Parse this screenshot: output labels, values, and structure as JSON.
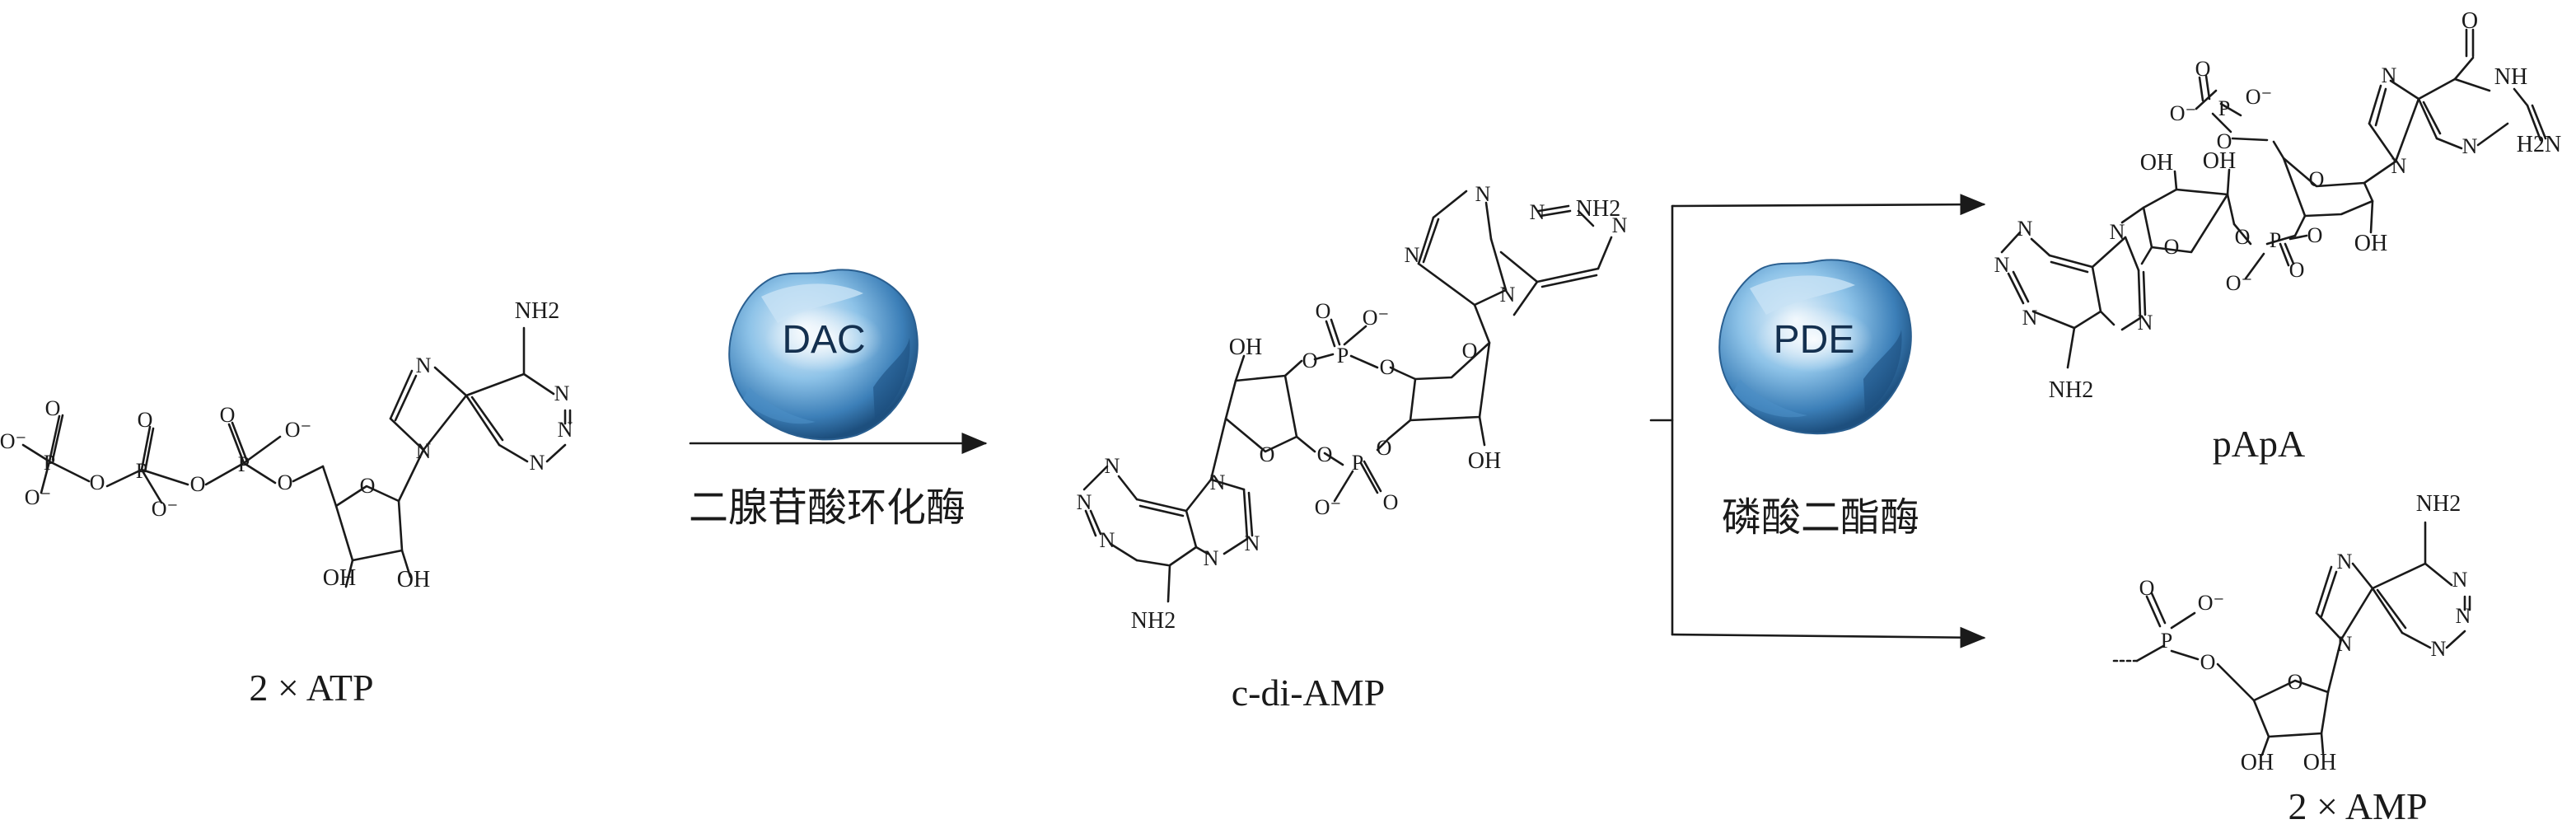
{
  "molecules": {
    "atp": {
      "name": "2 × ATP",
      "nh2": "NH2",
      "oh_left": "OH",
      "oh_right": "OH"
    },
    "cdiamp": {
      "name": "c-di-AMP",
      "nh2_top": "NH2",
      "nh2_bottom": "NH2",
      "oh_top": "OH",
      "oh_bottom": "OH"
    },
    "papa": {
      "name": "pApA",
      "o_top": "O",
      "nh": "NH",
      "h2n": "H2N",
      "nh2": "NH2",
      "oh1": "OH",
      "oh2": "OH",
      "oh3": "OH"
    },
    "amp": {
      "name": "2 × AMP",
      "nh2": "NH2",
      "oh_left": "OH",
      "oh_right": "OH"
    }
  },
  "enzymes": {
    "dac": {
      "abbr": "DAC",
      "name": "二腺苷酸环化酶"
    },
    "pde": {
      "abbr": "PDE",
      "name": "磷酸二酯酶"
    }
  },
  "atoms": {
    "N": "N",
    "O": "O",
    "P": "P",
    "O_minus": "O⁻"
  },
  "colors": {
    "enzyme_light": "#e6f2fb",
    "enzyme_mid": "#6aaedc",
    "enzyme_dark": "#1d4f7e",
    "line": "#1a1a1a"
  }
}
